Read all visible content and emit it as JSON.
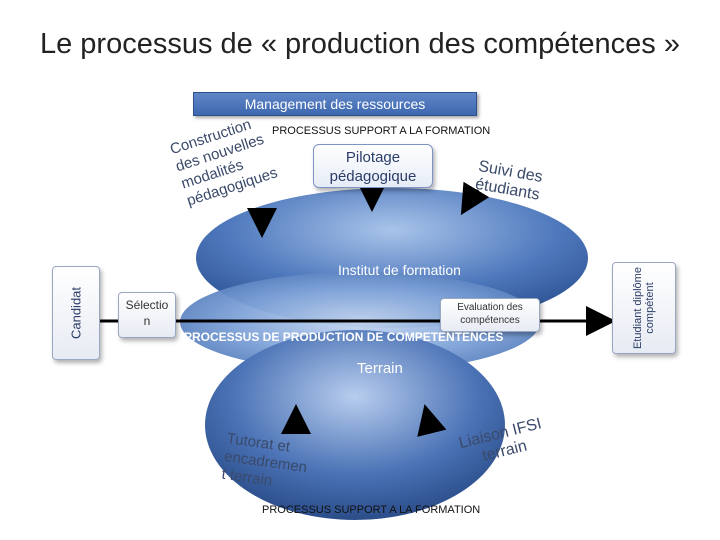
{
  "title": "Le processus de « production des compétences »",
  "management_label": "Management des ressources",
  "support_top": "PROCESSUS SUPPORT A LA FORMATION",
  "support_bottom": "PROCESSUS SUPPORT A LA FORMATION",
  "pilotage": {
    "line1": "Pilotage",
    "line2": "pédagogique"
  },
  "suivi": {
    "line1": "Suivi des",
    "line2": "étudiants"
  },
  "construction": {
    "line1": "Construction",
    "line2": "des nouvelles",
    "line3": "modalités",
    "line4": "pédagogiques"
  },
  "institut": "Institut de formation",
  "candidat": "Candidat",
  "etudiant": "Etudiant diplôme compétent",
  "selection": {
    "line1": "Sélectio",
    "line2": "n"
  },
  "evaluation": {
    "line1": "Evaluation des",
    "line2": "compétences"
  },
  "processus_production": "PROCESSUS DE PRODUCTION DE COMPETENTENCES",
  "terrain": "Terrain",
  "tutorat": {
    "line1": "Tutorat et",
    "line2": "encadremen",
    "line3": "t terrain"
  },
  "liaison": {
    "line1": "Liaison IFSI",
    "line2": "terrain"
  },
  "colors": {
    "ellipse_dark": "#2f5597",
    "ellipse_light": "#9dbbe6",
    "arrow": "#000000"
  }
}
